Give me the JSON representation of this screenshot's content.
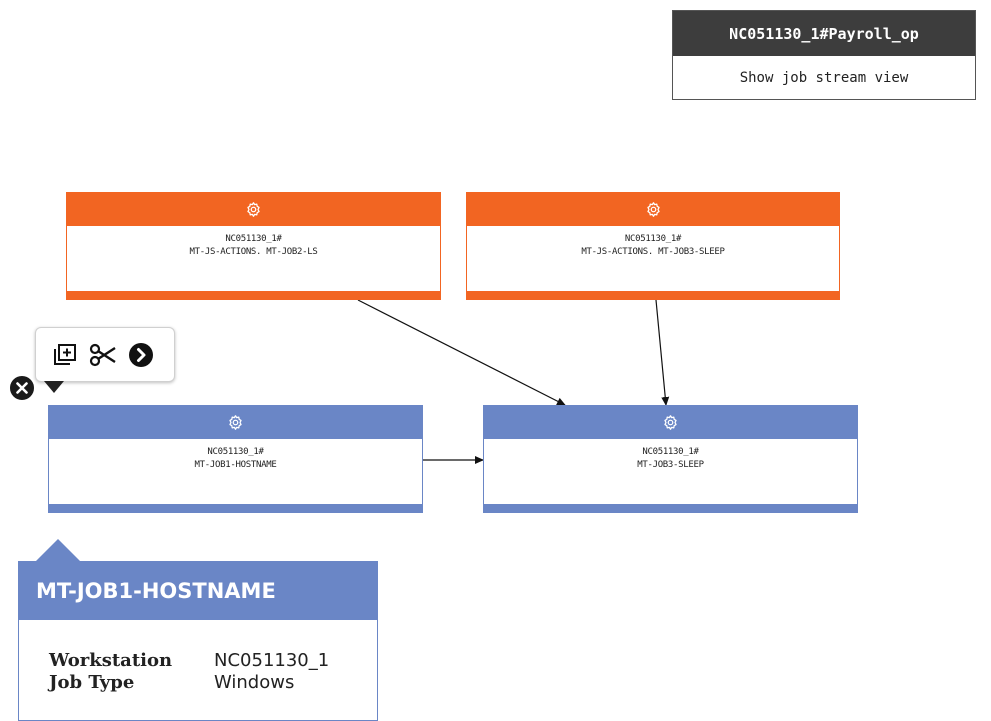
{
  "job_stream_panel": {
    "title": "NC051130_1#Payroll_op",
    "link": "Show job stream view"
  },
  "nodes": {
    "ls": {
      "workstation": "NC051130_1#",
      "name": "MT-JS-ACTIONS. MT-JOB2-LS",
      "color": "#f26522",
      "icon": "gear-icon"
    },
    "sleep2": {
      "workstation": "NC051130_1#",
      "name": "MT-JS-ACTIONS. MT-JOB3-SLEEP",
      "color": "#f26522",
      "icon": "gear-icon"
    },
    "host": {
      "workstation": "NC051130_1#",
      "name": "MT-JOB1-HOSTNAME",
      "color": "#6a86c6",
      "icon": "gear-icon"
    },
    "sleep3": {
      "workstation": "NC051130_1#",
      "name": "MT-JOB3-SLEEP",
      "color": "#6a86c6",
      "icon": "gear-icon"
    }
  },
  "toolbar": {
    "icons": [
      "add-dependency-icon",
      "cut-icon",
      "next-icon",
      "close-icon"
    ]
  },
  "details": {
    "title": "MT-JOB1-HOSTNAME",
    "rows": [
      {
        "key": "Workstation",
        "value": "NC051130_1"
      },
      {
        "key": "Job Type",
        "value": "Windows"
      }
    ]
  }
}
